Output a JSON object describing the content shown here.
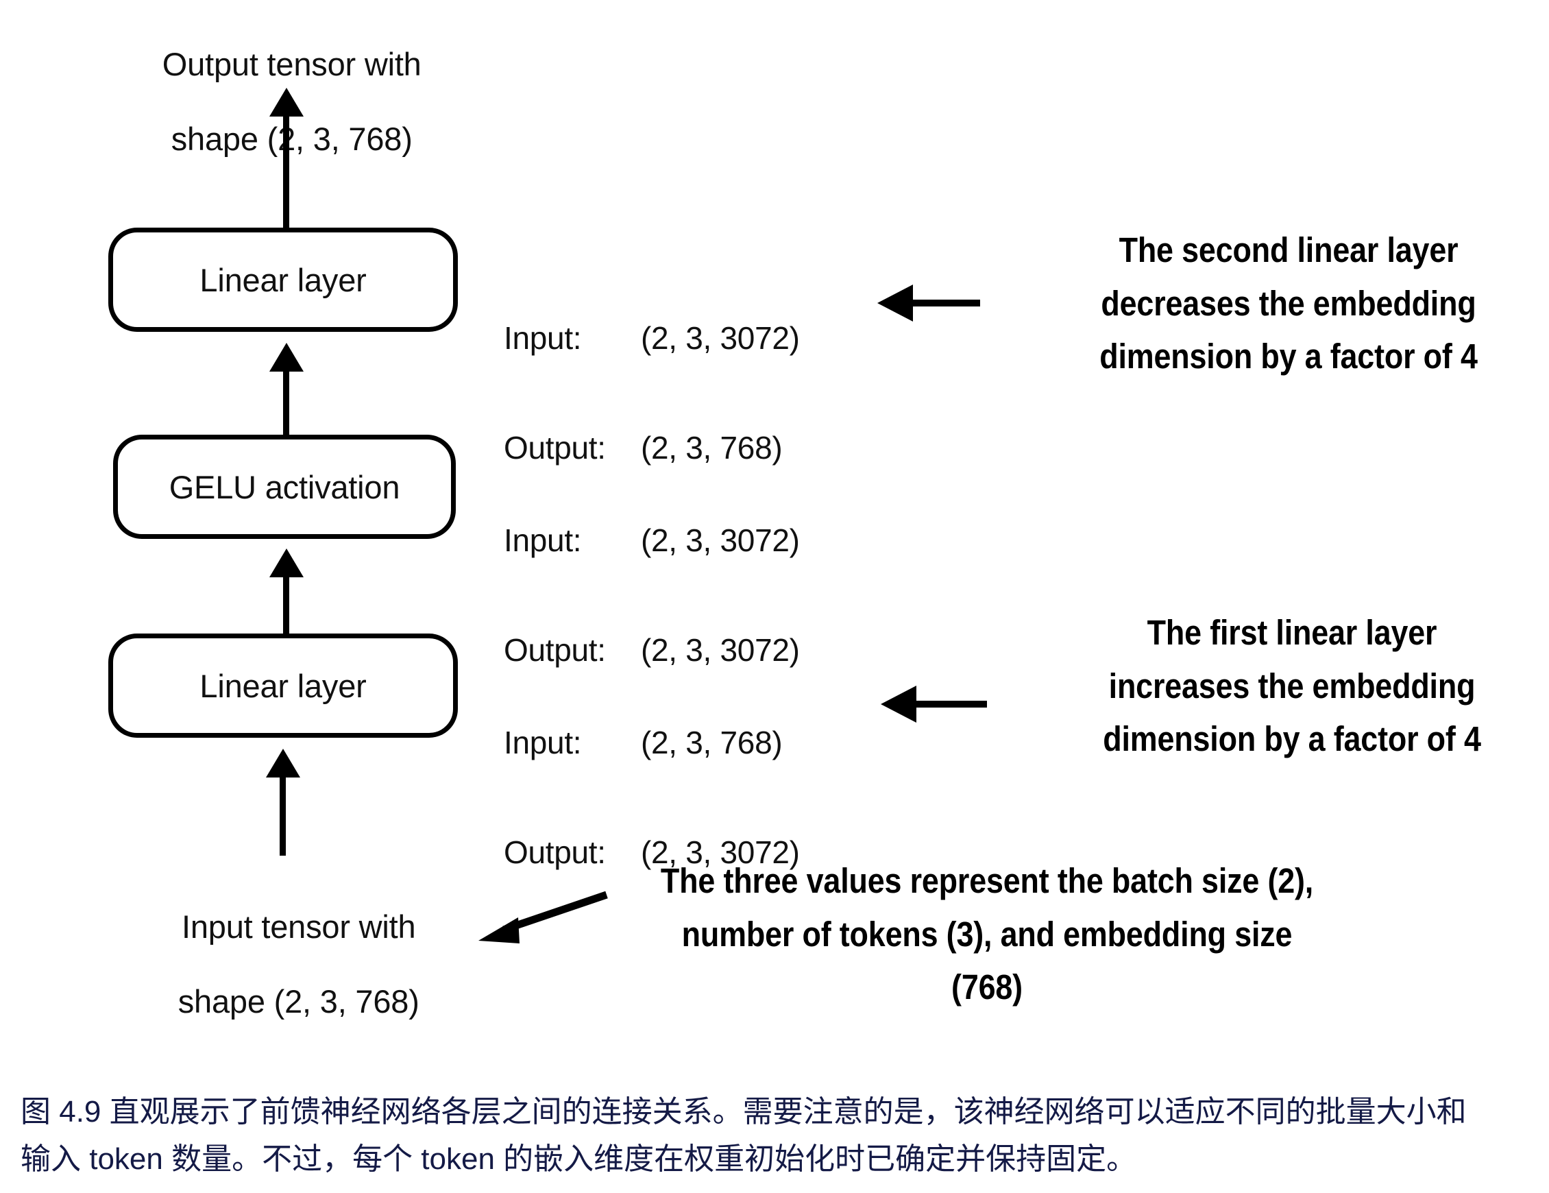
{
  "figure": {
    "top_label": {
      "line1": "Output tensor with",
      "line2": "shape (2, 3, 768)"
    },
    "bottom_label": {
      "line1": "Input tensor with",
      "line2": "shape (2, 3, 768)"
    },
    "nodes": [
      {
        "id": "linear-2",
        "label": "Linear layer"
      },
      {
        "id": "gelu",
        "label": "GELU activation"
      },
      {
        "id": "linear-1",
        "label": "Linear layer"
      }
    ],
    "io_specs": [
      {
        "for": "linear-2",
        "input_key": "Input:",
        "input_value": "(2, 3, 3072)",
        "output_key": "Output:",
        "output_value": "(2, 3, 768)"
      },
      {
        "for": "gelu",
        "input_key": "Input:",
        "input_value": "(2, 3, 3072)",
        "output_key": "Output:",
        "output_value": "(2, 3, 3072)"
      },
      {
        "for": "linear-1",
        "input_key": "Input:",
        "input_value": "(2, 3, 768)",
        "output_key": "Output:",
        "output_value": "(2, 3, 3072)"
      }
    ],
    "annotations": [
      {
        "id": "second-linear-note",
        "line1": "The second linear layer",
        "line2": "decreases the embedding",
        "line3": "dimension by a factor of 4"
      },
      {
        "id": "first-linear-note",
        "line1": "The first linear layer",
        "line2": "increases the embedding",
        "line3": "dimension by a factor of 4"
      },
      {
        "id": "three-values-note",
        "line1": "The three values represent the batch size (2),",
        "line2": "number of tokens (3), and embedding size",
        "line3": "(768)"
      }
    ],
    "colors": {
      "stroke": "#000000",
      "diagram_text": "#111111",
      "caption_text": "#141a46",
      "background": "#ffffff"
    }
  },
  "caption": {
    "line1": "图 4.9 直观展示了前馈神经网络各层之间的连接关系。需要注意的是，该神经网络可以适应不同的批量大小和",
    "line2": "输入 token 数量。不过，每个 token 的嵌入维度在权重初始化时已确定并保持固定。"
  }
}
